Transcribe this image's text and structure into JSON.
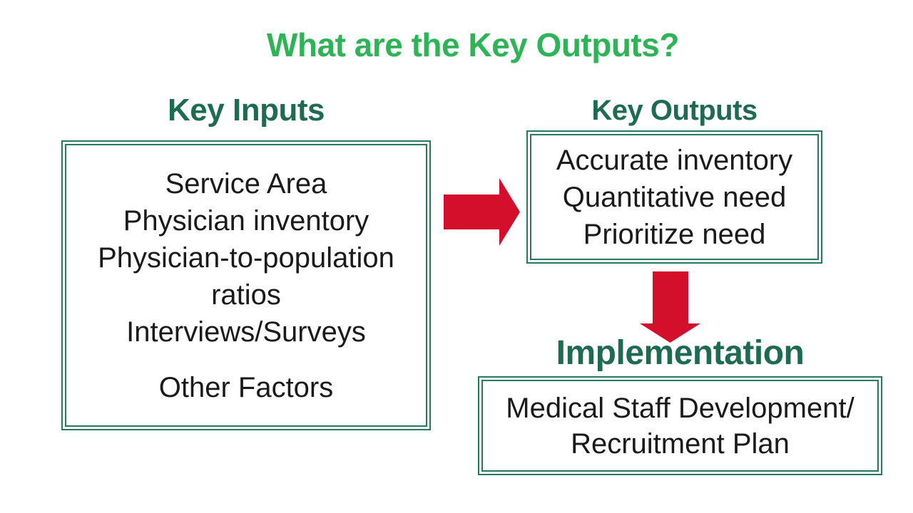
{
  "title": "What are the Key Outputs?",
  "colors": {
    "title_green": "#2eb457",
    "heading_green": "#1e6b52",
    "box_border_green": "#26795e",
    "arrow_red": "#d40f2c",
    "body_text": "#1a1a1a",
    "background": "#ffffff"
  },
  "inputs": {
    "heading": "Key Inputs",
    "items": [
      "Service Area",
      "Physician inventory",
      "Physician-to-population ratios",
      "Interviews/Surveys",
      "Other Factors"
    ]
  },
  "outputs": {
    "heading": "Key Outputs",
    "items": [
      "Accurate inventory",
      "Quantitative need",
      "Prioritize need"
    ]
  },
  "implementation": {
    "heading": "Implementation",
    "plan_lines": [
      "Medical Staff Development/",
      "Recruitment Plan"
    ]
  },
  "icons": {
    "inputs_to_outputs": "arrow-right-icon",
    "outputs_to_implementation": "arrow-down-icon"
  }
}
